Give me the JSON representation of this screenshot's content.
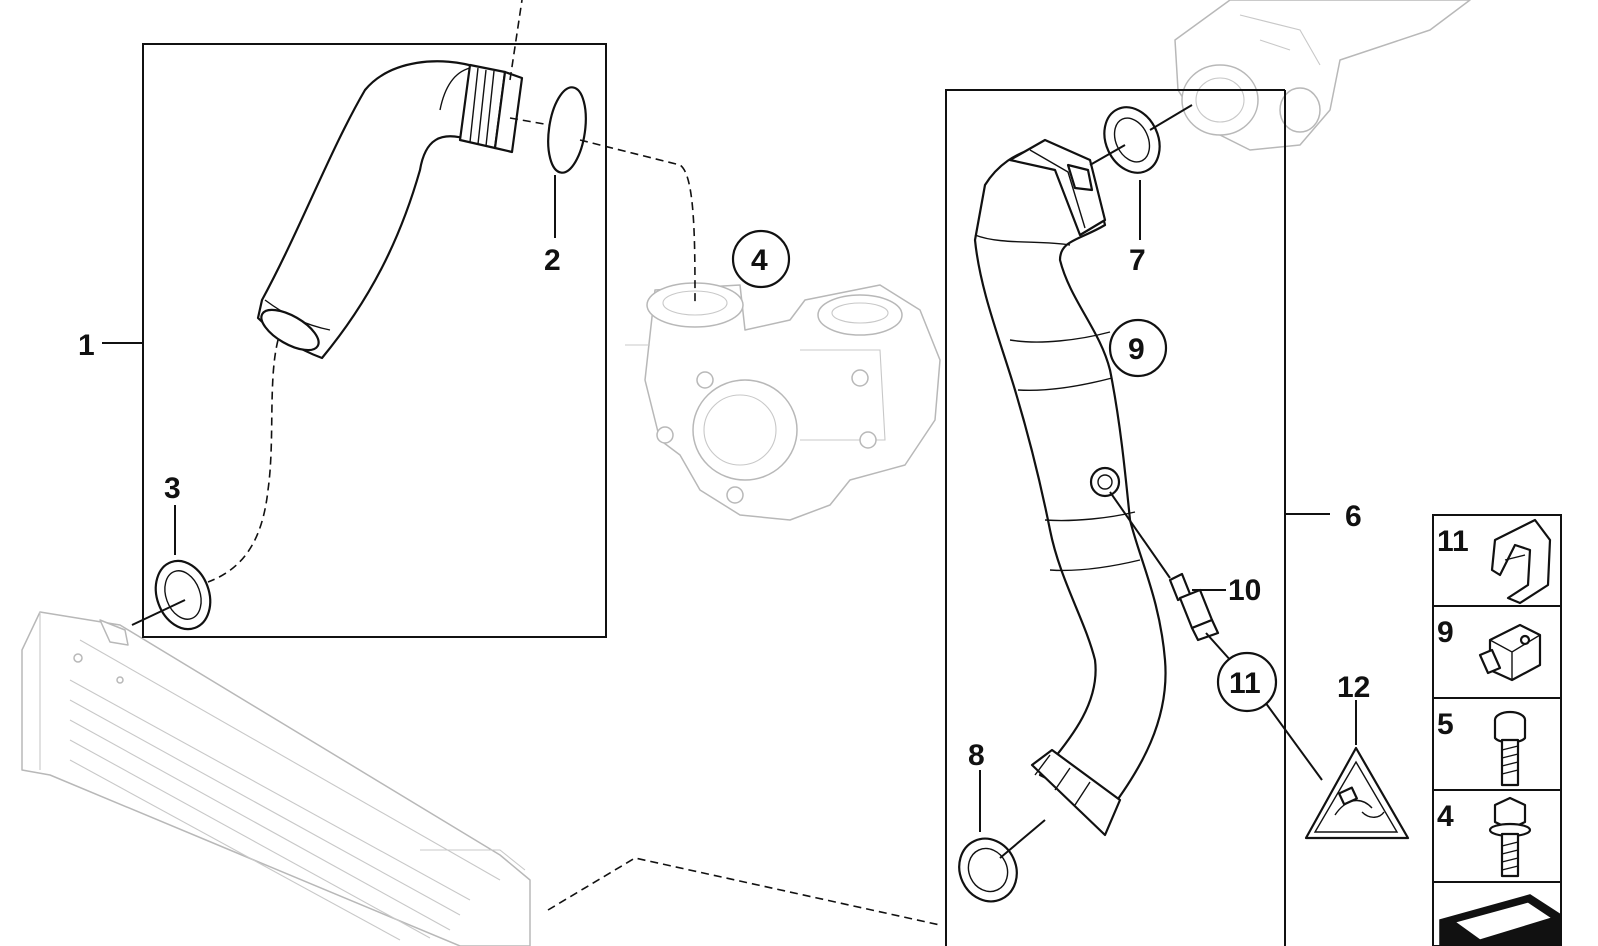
{
  "callouts": {
    "c1": "1",
    "c2": "2",
    "c3": "3",
    "c4": "4",
    "c6": "6",
    "c7": "7",
    "c8": "8",
    "c9": "9",
    "c10": "10",
    "c11": "11",
    "c12": "12"
  },
  "legend": {
    "items": [
      {
        "label": "11",
        "icon": "clip-icon"
      },
      {
        "label": "9",
        "icon": "nut-icon"
      },
      {
        "label": "5",
        "icon": "bolt-icon"
      },
      {
        "label": "4",
        "icon": "hex-bolt-icon"
      },
      {
        "label": "",
        "icon": "shim-icon"
      }
    ]
  },
  "colors": {
    "line": "#111111",
    "ghost": "#b8b8b8"
  }
}
